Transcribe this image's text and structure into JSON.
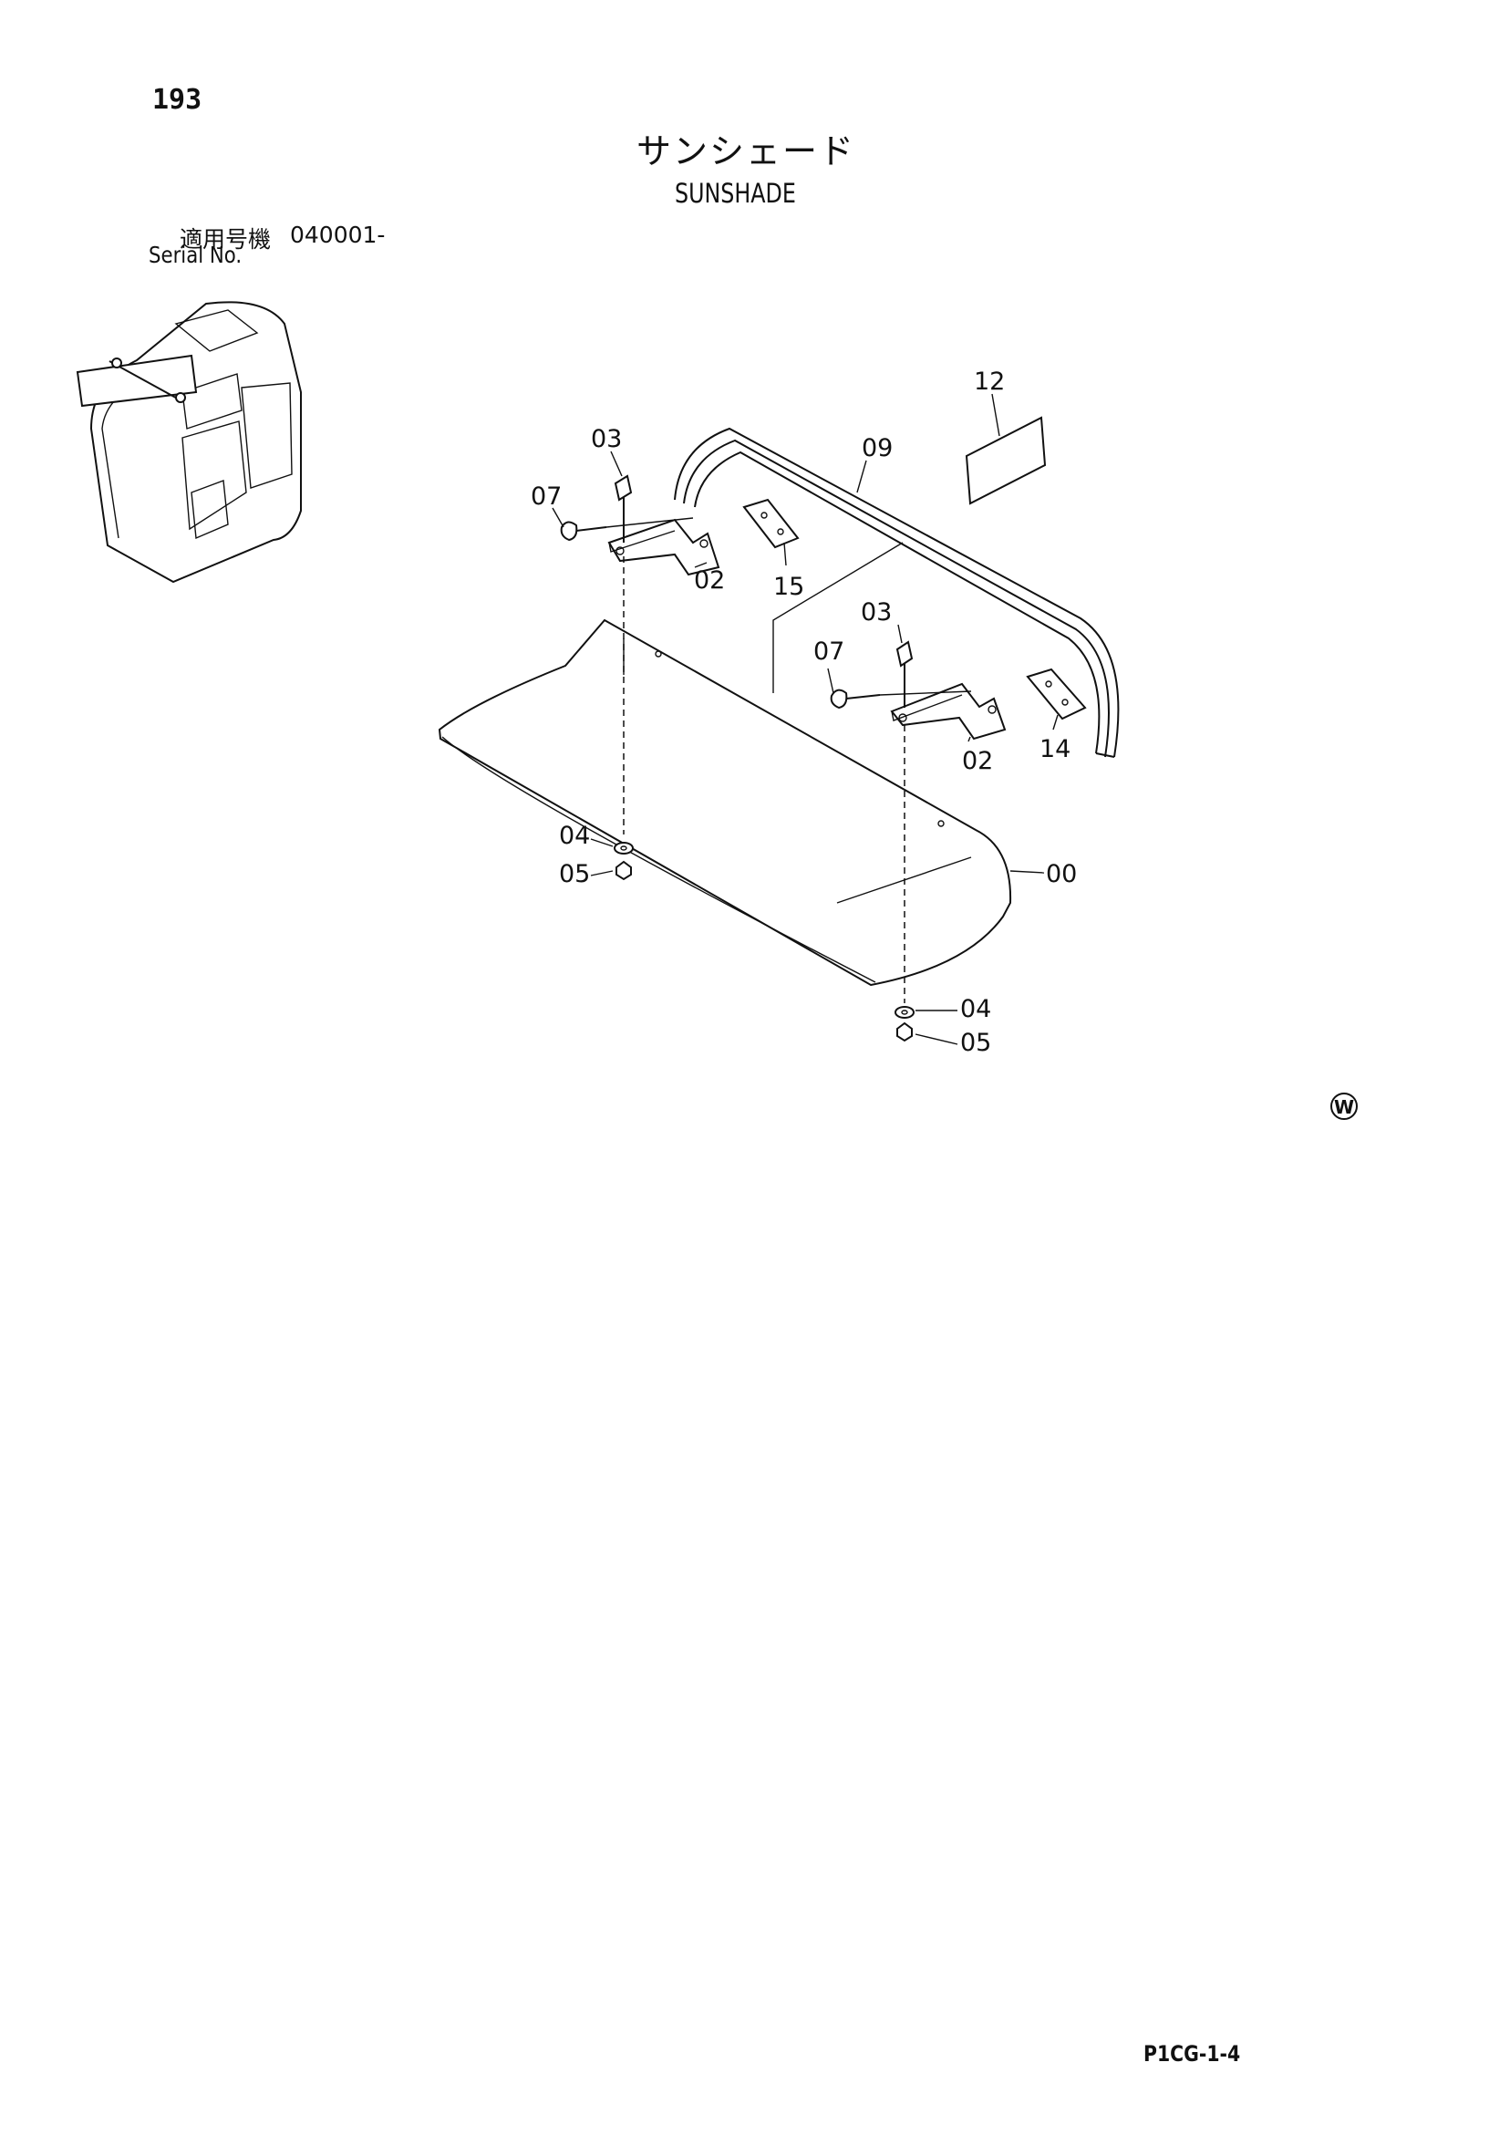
{
  "page_number": "193",
  "title_ja": "サンシェード",
  "title_en": "SUNSHADE",
  "serial": {
    "label_ja": "適用号機",
    "value": "040001-",
    "label_en": "Serial No."
  },
  "callouts": {
    "c00": "00",
    "c02a": "02",
    "c02b": "02",
    "c03a": "03",
    "c03b": "03",
    "c04a": "04",
    "c04b": "04",
    "c05a": "05",
    "c05b": "05",
    "c07a": "07",
    "c07b": "07",
    "c09": "09",
    "c12": "12",
    "c14": "14",
    "c15": "15"
  },
  "mark": "W",
  "footer_code": "P1CG-1-4",
  "icons": {
    "cab": "excavator-cab-icon",
    "mark": "circled-w-mark-icon"
  }
}
